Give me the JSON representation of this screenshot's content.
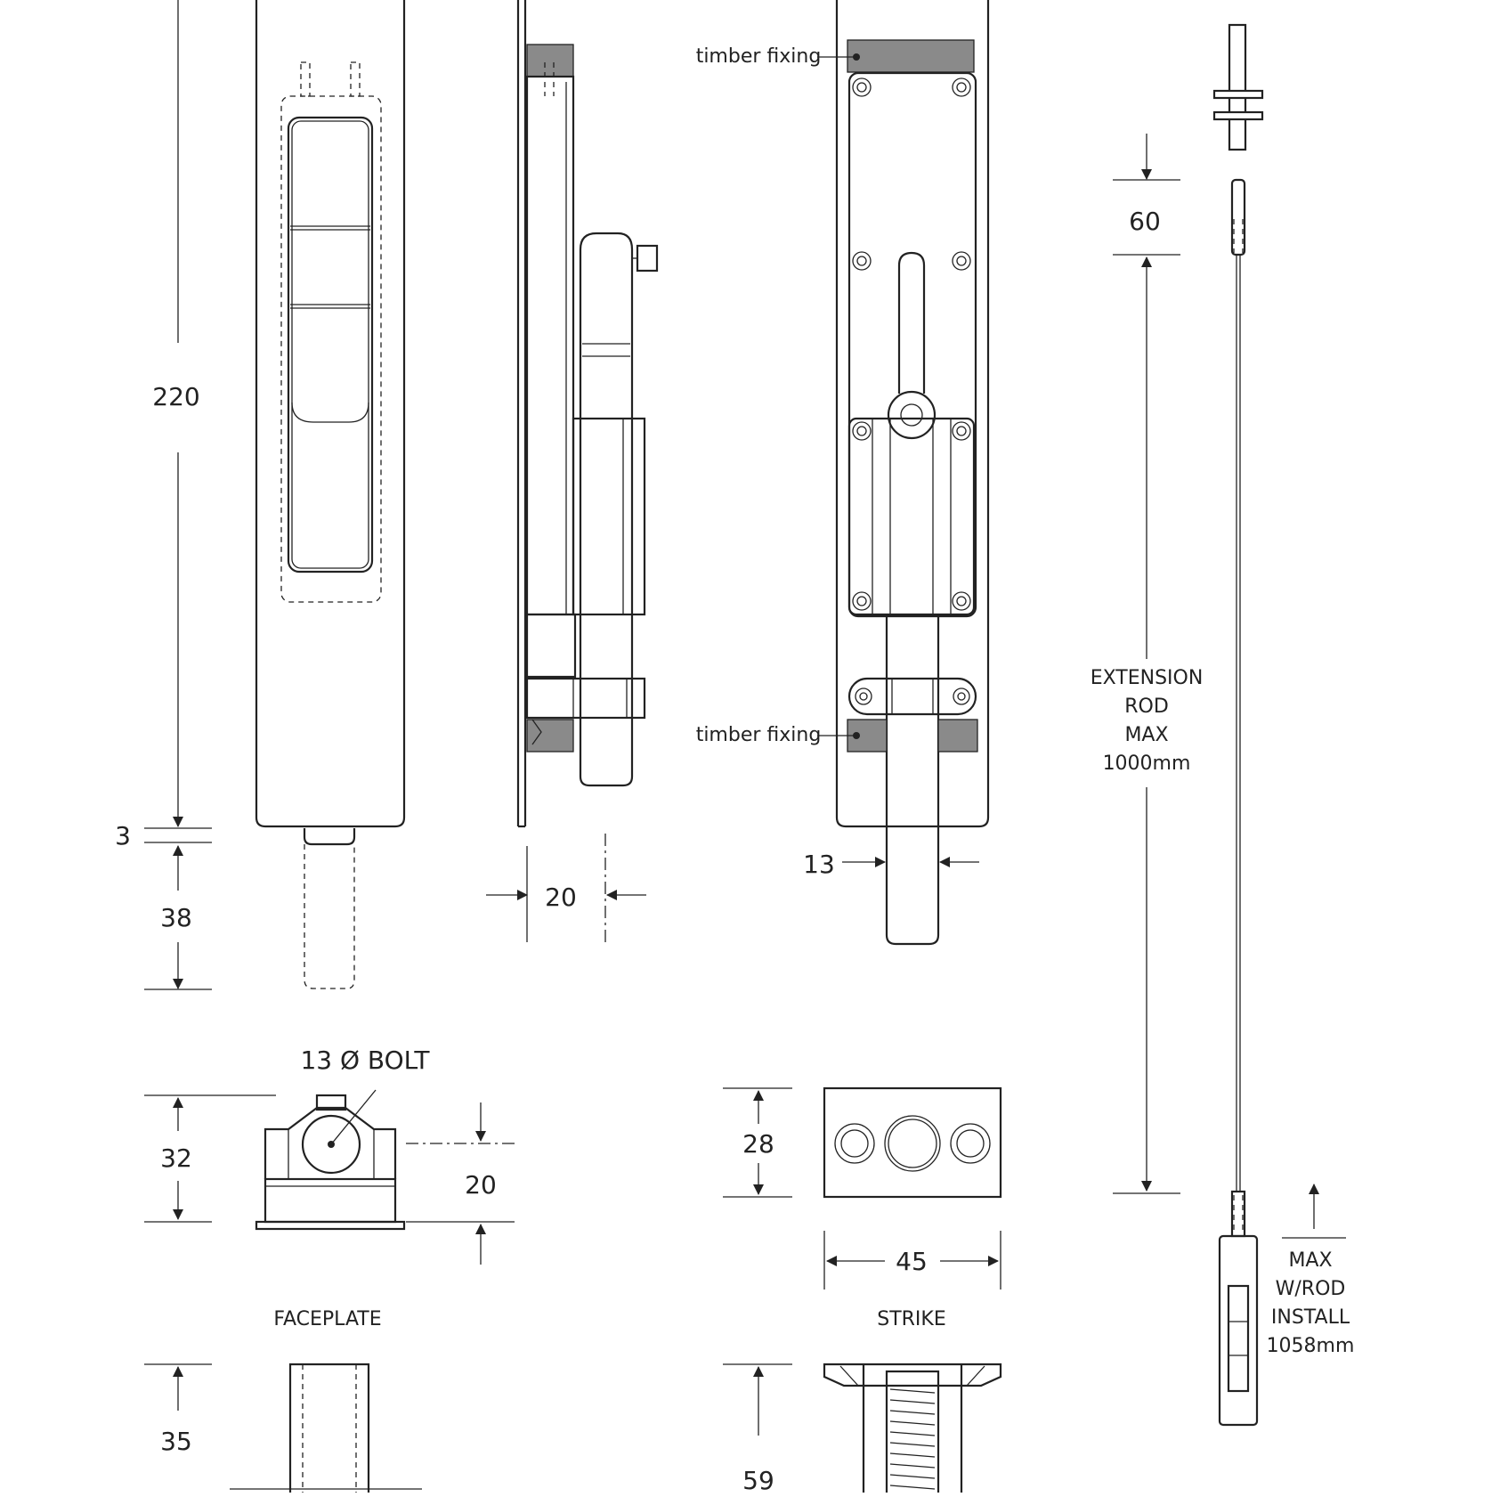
{
  "labels": {
    "timber_fixing_top": "timber fixing",
    "timber_fixing_bottom": "timber fixing",
    "extension_rod": [
      "EXTENSION",
      "ROD",
      "MAX",
      "1000mm"
    ],
    "max_install": [
      "MAX",
      "W/ROD",
      "INSTALL",
      "1058mm"
    ],
    "bolt": "13 Ø   BOLT",
    "faceplate": "FACEPLATE",
    "strike": "STRIKE"
  },
  "dimensions": {
    "d220": "220",
    "d3": "3",
    "d38": "38",
    "d20_side": "20",
    "d13": "13",
    "d60": "60",
    "d32": "32",
    "d20_end": "20",
    "d28": "28",
    "d45": "45",
    "d35": "35",
    "d59": "59"
  },
  "colors": {
    "line": "#222222",
    "timber_fixing": "#8a8a8a",
    "background": "#ffffff"
  }
}
